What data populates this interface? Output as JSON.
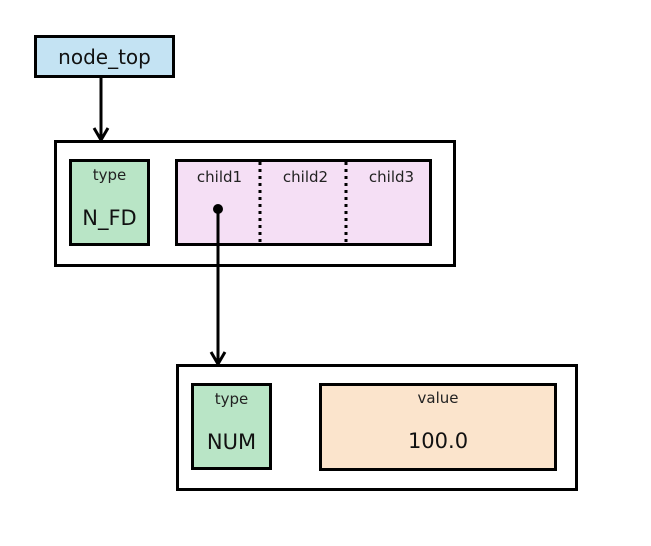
{
  "colors": {
    "pointer_fill": "#c4e3f3",
    "type_fill": "#b9e5c6",
    "children_fill": "#f5dff5",
    "value_fill": "#fbe4cc",
    "stroke": "#000000",
    "background": "#ffffff"
  },
  "pointer": {
    "label": "node_top"
  },
  "node_top": {
    "type_label": "type",
    "type_value": "N_FD",
    "children": [
      "child1",
      "child2",
      "child3"
    ]
  },
  "node_child": {
    "type_label": "type",
    "type_value": "NUM",
    "value_label": "value",
    "value_value": "100.0"
  }
}
